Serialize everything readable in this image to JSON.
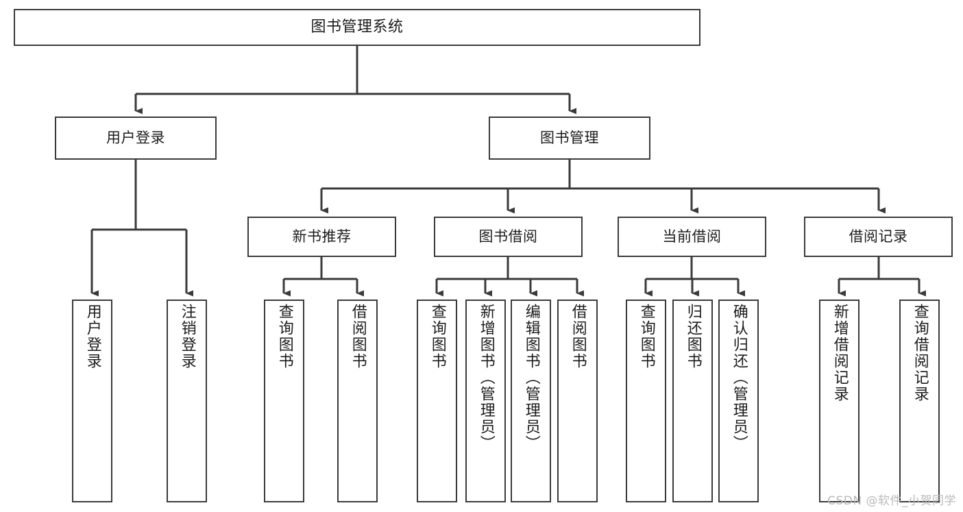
{
  "diagram": {
    "title": "图书管理系统",
    "type": "tree-hierarchy",
    "line_color": "#3a3a3a",
    "box_fill": "#ffffff",
    "text_color": "#1c1c1c",
    "watermark": "CSDN @软件_小贺同学",
    "nodes": {
      "root": {
        "label": "图书管理系统"
      },
      "level2": [
        {
          "label": "用户登录"
        },
        {
          "label": "图书管理"
        }
      ],
      "level3": [
        {
          "label": "新书推荐"
        },
        {
          "label": "图书借阅"
        },
        {
          "label": "当前借阅"
        },
        {
          "label": "借阅记录"
        }
      ],
      "leaves": {
        "user_login": [
          {
            "label": "用户登录"
          },
          {
            "label": "注销登录"
          }
        ],
        "new_book_recommend": [
          {
            "label": "查询图书"
          },
          {
            "label": "借阅图书"
          }
        ],
        "book_borrow": [
          {
            "label": "查询图书"
          },
          {
            "label": "新增图书（管理员）"
          },
          {
            "label": "编辑图书（管理员）"
          },
          {
            "label": "借阅图书"
          }
        ],
        "current_borrow": [
          {
            "label": "查询图书"
          },
          {
            "label": "归还图书"
          },
          {
            "label": "确认归还（管理员）"
          }
        ],
        "borrow_records": [
          {
            "label": "新增借阅记录"
          },
          {
            "label": "查询借阅记录"
          }
        ]
      }
    }
  }
}
